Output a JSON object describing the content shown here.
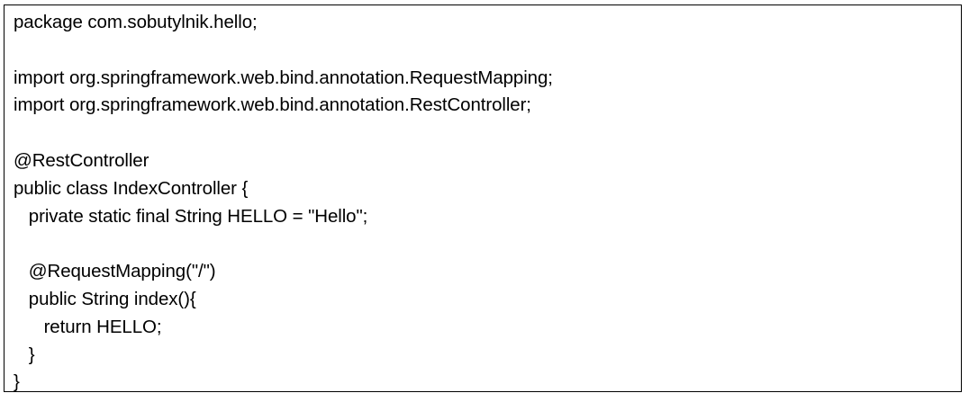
{
  "code": {
    "lines": [
      "package com.sobutylnik.hello;",
      "",
      "import org.springframework.web.bind.annotation.RequestMapping;",
      "import org.springframework.web.bind.annotation.RestController;",
      "",
      "@RestController",
      "public class IndexController {",
      "   private static final String HELLO = \"Hello\";",
      "",
      "   @RequestMapping(\"/\")",
      "   public String index(){",
      "      return HELLO;",
      "   }",
      "}"
    ]
  }
}
